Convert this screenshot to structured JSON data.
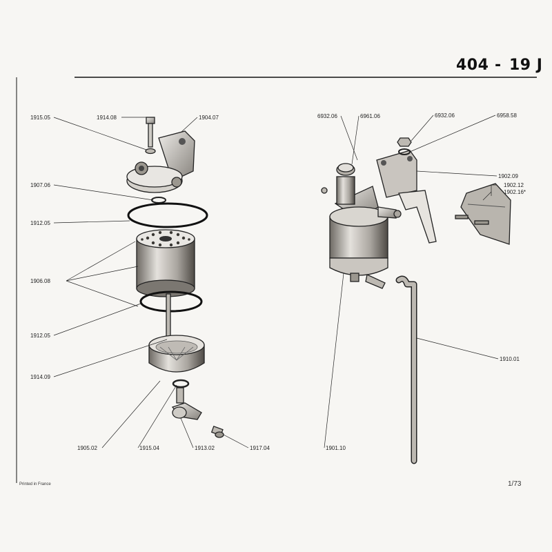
{
  "header": {
    "model": "404",
    "separator": "-",
    "section": "19 J"
  },
  "footer": {
    "imprint": "Printed in France",
    "page": "1/73"
  },
  "callouts": {
    "c1915_05": "1915.05",
    "c1914_08": "1914.08",
    "c1904_07": "1904.07",
    "c1907_06": "1907.06",
    "c1912_05a": "1912.05",
    "c1906_08": "1906.08",
    "c1912_05b": "1912.05",
    "c1914_09": "1914.09",
    "c1905_02": "1905.02",
    "c1915_04": "1915.04",
    "c1913_02": "1913.02",
    "c1917_04": "1917.04",
    "c6932_06a": "6932.06",
    "c6961_06": "6961.06",
    "c6932_06b": "6932.06",
    "c6958_58": "6958.58",
    "c1902_09": "1902.09",
    "c1902_12": "1902.12",
    "c1902_16": "1902.16*",
    "c1910_01": "1910.01",
    "c1901_10": "1901.10"
  },
  "colors": {
    "ink": "#222222",
    "paper": "#f7f6f3",
    "part_fill": "#d9d6d0",
    "part_dark": "#8a8680"
  }
}
